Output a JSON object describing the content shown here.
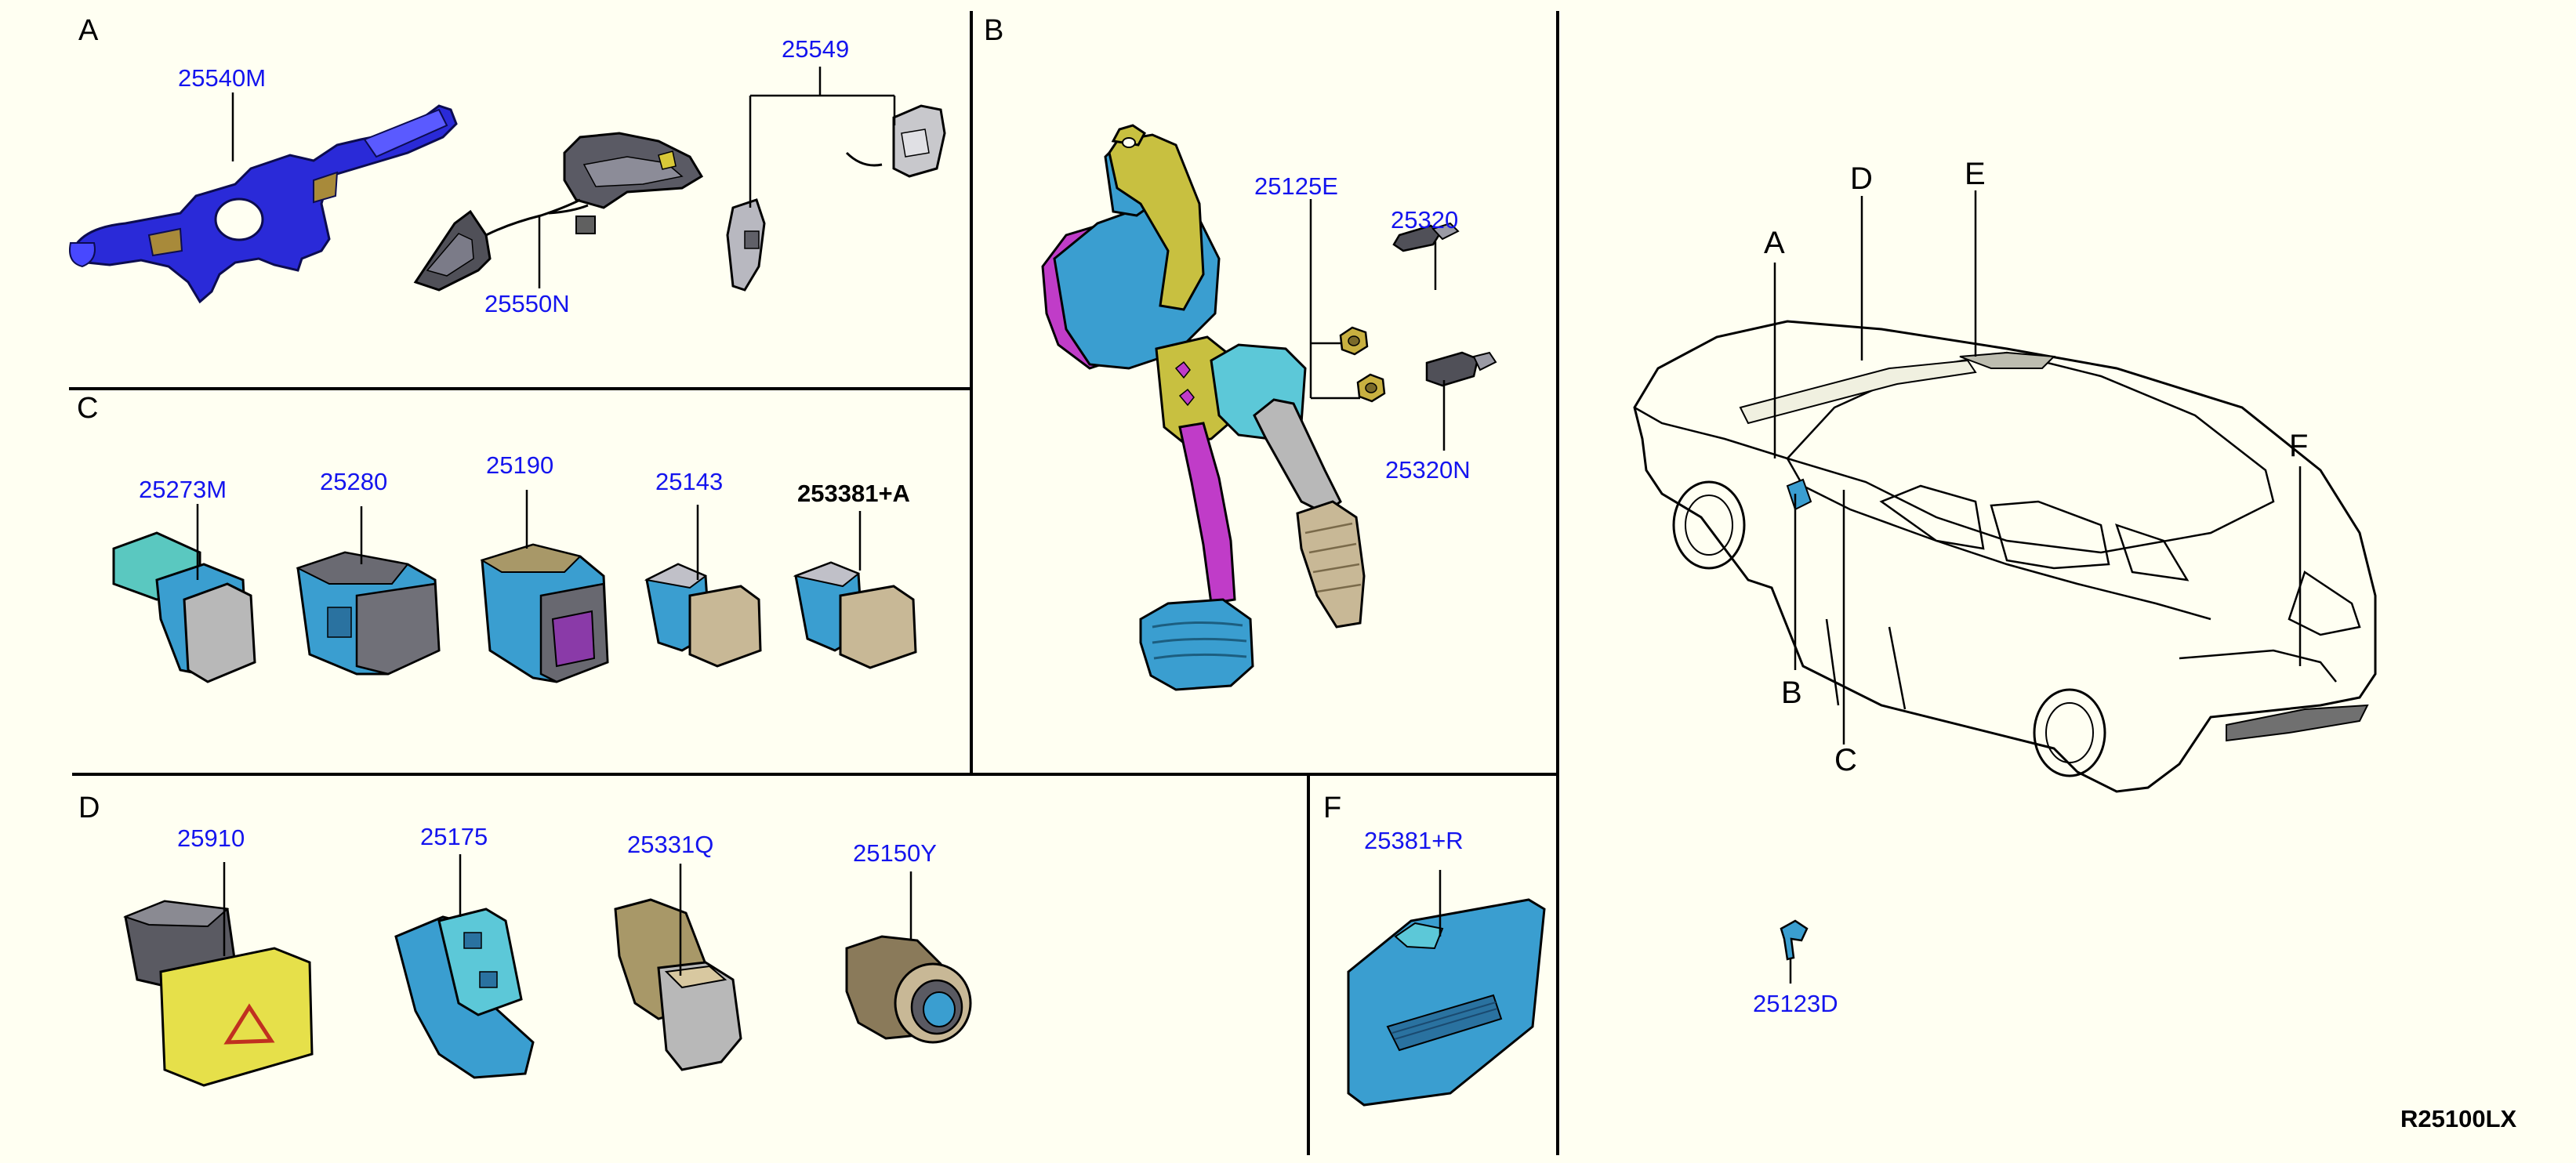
{
  "diagram_code": "R25100LX",
  "sections": {
    "A": {
      "label": "A",
      "parts": [
        "25540M",
        "25550N",
        "25549"
      ]
    },
    "B": {
      "label": "B",
      "parts": [
        "25125E",
        "25320",
        "25320N"
      ]
    },
    "C": {
      "label": "C",
      "parts": [
        "25273M",
        "25280",
        "25190",
        "25143",
        "253381+A"
      ]
    },
    "D": {
      "label": "D",
      "parts": [
        "25910",
        "25175",
        "25331Q",
        "25150Y"
      ]
    },
    "F": {
      "label": "F",
      "parts": [
        "25381+R"
      ]
    }
  },
  "vehicle": {
    "location_labels": [
      "A",
      "B",
      "C",
      "D",
      "E",
      "F"
    ],
    "loose_part": "25123D"
  },
  "colors": {
    "background": "#fffff2",
    "part_number_link": "#1414ee",
    "divider": "#000000",
    "stalk_blue": "#2a2ad8",
    "switch_teal": "#3aa0c8",
    "switch_cyan": "#5cc8d8",
    "hazard_yellow": "#e6e04a",
    "gray_cap": "#b8b8b8",
    "tan_cap": "#c8b896",
    "pedal_magenta": "#c03cc8",
    "bracket_yellow": "#c8c040"
  }
}
